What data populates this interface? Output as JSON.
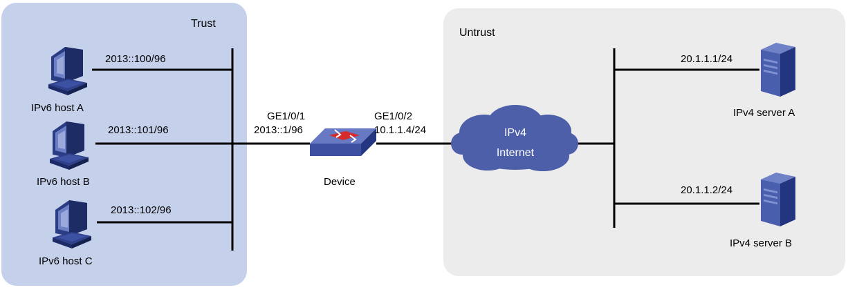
{
  "zones": {
    "trust": {
      "label": "Trust",
      "color": "#c5d0eb"
    },
    "untrust": {
      "label": "Untrust",
      "color": "#ececec"
    }
  },
  "hosts": [
    {
      "name": "IPv6 host A",
      "ip": "2013::100/96"
    },
    {
      "name": "IPv6 host B",
      "ip": "2013::101/96"
    },
    {
      "name": "IPv6 host C",
      "ip": "2013::102/96"
    }
  ],
  "device": {
    "name": "Device",
    "left_port": "GE1/0/1",
    "left_ip": "2013::1/96",
    "right_port": "GE1/0/2",
    "right_ip": "10.1.1.4/24"
  },
  "cloud": {
    "line1": "IPv4",
    "line2": "Internet",
    "color": "#4c5fa8"
  },
  "servers": [
    {
      "name": "IPv4 server A",
      "ip": "20.1.1.1/24"
    },
    {
      "name": "IPv4 server B",
      "ip": "20.1.1.2/24"
    }
  ],
  "icons": {
    "pc": "desktop-pc-icon",
    "firewall": "firewall-icon",
    "server": "tower-server-icon",
    "cloud": "cloud-icon"
  }
}
